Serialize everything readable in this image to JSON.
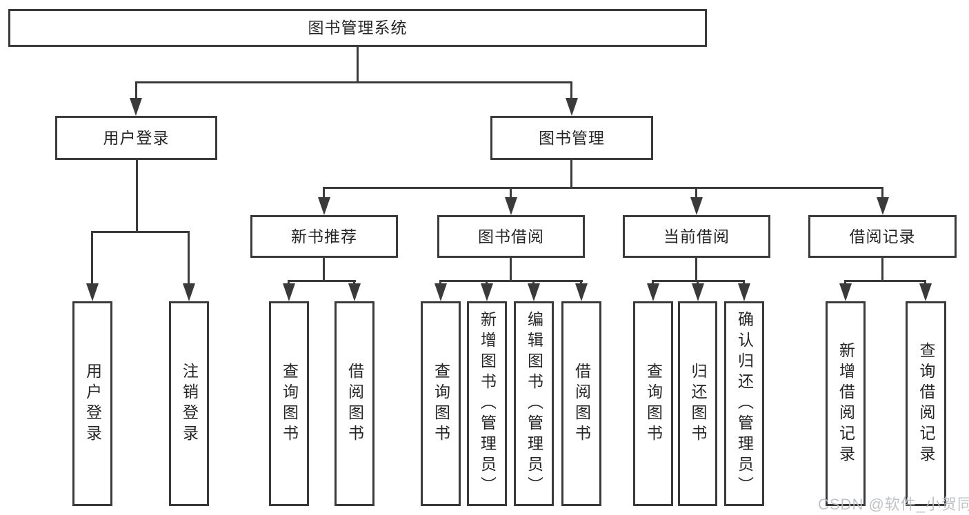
{
  "diagram": {
    "root": "图书管理系统",
    "level2": {
      "user_login": "用户登录",
      "book_mgmt": "图书管理"
    },
    "level3": {
      "new_book_rec": "新书推荐",
      "book_borrow": "图书借阅",
      "current_borrow": "当前借阅",
      "borrow_records": "借阅记录"
    },
    "leaves": {
      "user_login": [
        "用户登录",
        "注销登录"
      ],
      "new_book_rec": [
        "查询图书",
        "借阅图书"
      ],
      "book_borrow": [
        "查询图书",
        "新增图书（管理员）",
        "编辑图书（管理员）",
        "借阅图书"
      ],
      "current_borrow": [
        "查询图书",
        "归还图书",
        "确认归还（管理员）"
      ],
      "borrow_records": [
        "新增借阅记录",
        "查询借阅记录"
      ]
    }
  },
  "watermark": "CSDN @软件_小贺同学",
  "colors": {
    "line": "#3a3a3a",
    "text": "#262626",
    "watermark": "#b9bcc0",
    "background": "#ffffff"
  }
}
